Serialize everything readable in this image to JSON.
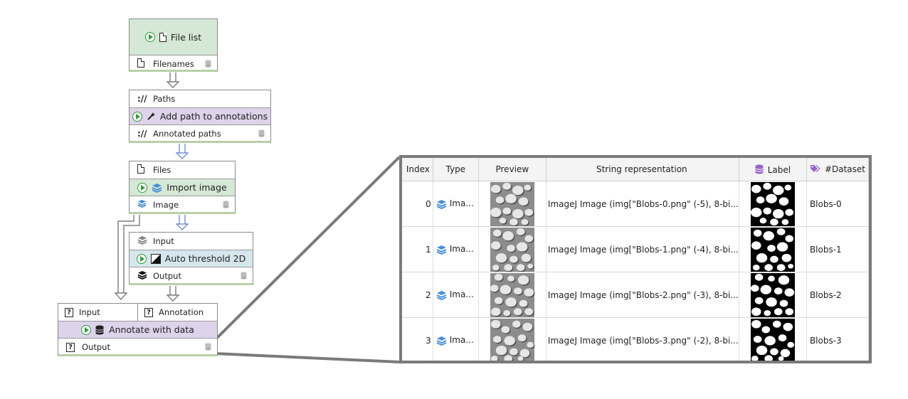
{
  "colors": {
    "node_green": "#d4e8d5",
    "node_purple": "#ddd3ea",
    "node_teal": "#d5e7ec",
    "run_green": "#2e9a39",
    "connector_blue": "#5a7fc4",
    "image_blue": "#4a90d9",
    "label_purple": "#9b63c7",
    "panel_border": "#7a7a7a"
  },
  "nodes": {
    "file_list": {
      "title": "File list",
      "output": "Filenames",
      "icon": "page-icon"
    },
    "add_path": {
      "input": "Paths",
      "title": "Add path to annotations",
      "output": "Annotated paths",
      "icon": "wand-icon"
    },
    "import_image": {
      "input": "Files",
      "title": "Import image",
      "output": "Image",
      "icon": "image-stack-icon"
    },
    "auto_threshold": {
      "input": "Input",
      "title": "Auto threshold 2D",
      "output": "Output",
      "icon": "threshold-icon"
    },
    "annotate": {
      "input1": "Input",
      "input2": "Annotation",
      "title": "Annotate with data",
      "output": "Output",
      "icon": "database-icon"
    }
  },
  "table": {
    "headers": {
      "index": "Index",
      "type": "Type",
      "preview": "Preview",
      "string": "String representation",
      "label": "Label",
      "dataset": "#Dataset"
    },
    "rows": [
      {
        "index": "0",
        "type": "Ima...",
        "string": "ImageJ Image (img[\"Blobs-0.png\" (-5), 8-bi...",
        "dataset": "Blobs-0"
      },
      {
        "index": "1",
        "type": "Ima...",
        "string": "ImageJ Image (img[\"Blobs-1.png\" (-4), 8-bi...",
        "dataset": "Blobs-1"
      },
      {
        "index": "2",
        "type": "Ima...",
        "string": "ImageJ Image (img[\"Blobs-2.png\" (-3), 8-bi...",
        "dataset": "Blobs-2"
      },
      {
        "index": "3",
        "type": "Ima...",
        "string": "ImageJ Image (img[\"Blobs-3.png\" (-2), 8-bi...",
        "dataset": "Blobs-3"
      }
    ]
  }
}
